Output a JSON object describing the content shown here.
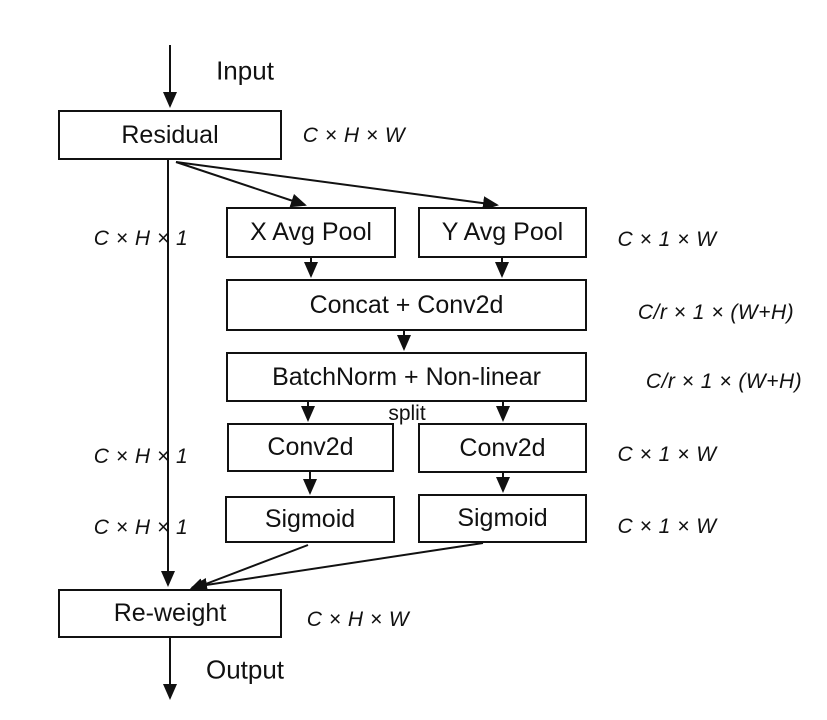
{
  "diagram": {
    "kind": "attention-block-flow-diagram",
    "colors": {
      "line": "#111111",
      "box_border": "#111111",
      "box_fill": "#ffffff",
      "background": "#ffffff"
    },
    "nodes": {
      "residual": "Residual",
      "x_avg_pool": "X Avg Pool",
      "y_avg_pool": "Y Avg Pool",
      "concat_conv": "Concat + Conv2d",
      "batchnorm": "BatchNorm + Non-linear",
      "conv2d_left": "Conv2d",
      "conv2d_right": "Conv2d",
      "sigmoid_left": "Sigmoid",
      "sigmoid_right": "Sigmoid",
      "reweight": "Re-weight"
    },
    "flow_labels": {
      "input": "Input",
      "output": "Output",
      "split": "split"
    },
    "dims": {
      "residual": "C × H × W",
      "xpool_branch": "C × H × 1",
      "ypool_branch": "C × 1 × W",
      "concat": "C/r × 1 × (W+H)",
      "batchnorm": "C/r × 1 × (W+H)",
      "conv_left": "C × H × 1",
      "conv_right": "C × 1 × W",
      "sigmoid_left": "C × H × 1",
      "sigmoid_right": "C × 1 × W",
      "reweight": "C × H × W"
    }
  }
}
